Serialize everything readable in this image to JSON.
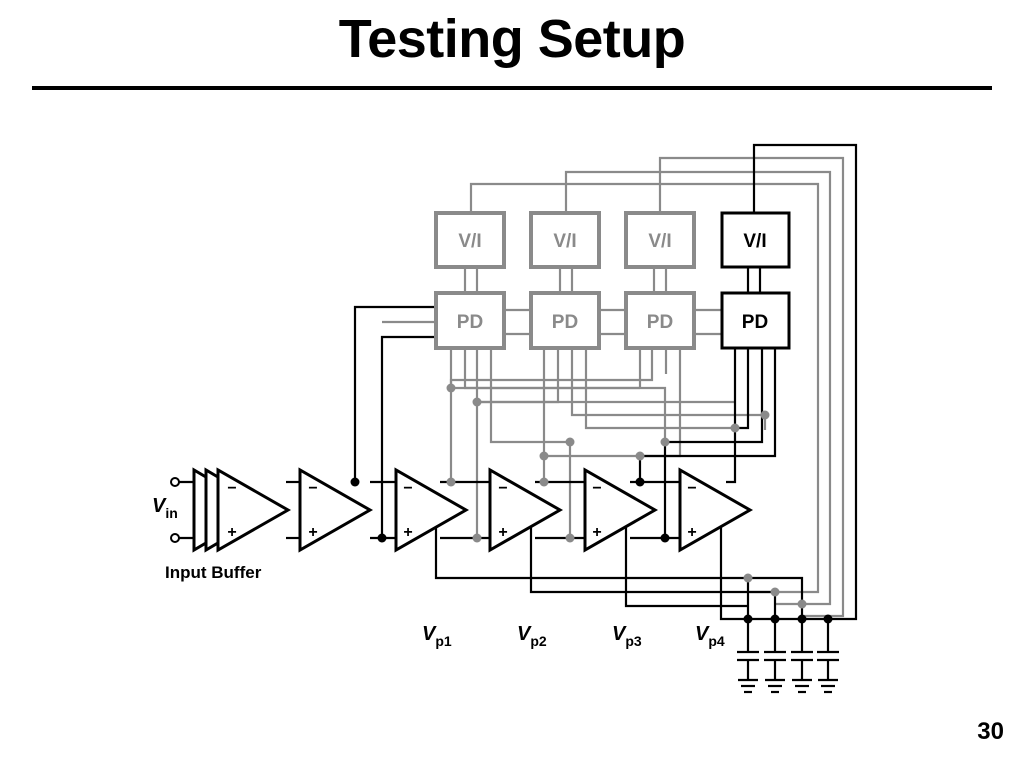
{
  "slide": {
    "title": "Testing Setup",
    "page_number": "30"
  },
  "diagram": {
    "vi_label": "V/I",
    "pd_label": "PD",
    "minus_sign": "−",
    "plus_sign": "+",
    "input_label": {
      "main": "V",
      "sub": "in"
    },
    "input_buffer_label": "Input Buffer",
    "stage_labels": [
      {
        "main": "V",
        "sub": "p1"
      },
      {
        "main": "V",
        "sub": "p2"
      },
      {
        "main": "V",
        "sub": "p3"
      },
      {
        "main": "V",
        "sub": "p4"
      }
    ],
    "colors": {
      "inactive": "#8a8a8a",
      "active": "#000000"
    }
  }
}
